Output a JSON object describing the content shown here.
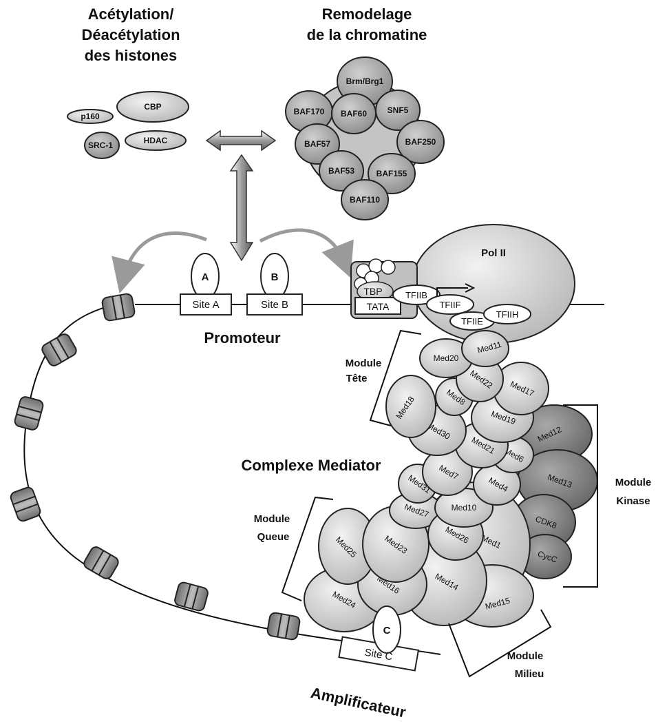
{
  "headings": {
    "acetylation": [
      "Acétylation/",
      "Déacétylation",
      "des histones"
    ],
    "remodelage": [
      "Remodelage",
      "de la chromatine"
    ],
    "promoteur": "Promoteur",
    "complexe": "Complexe Mediator",
    "amplificateur": "Amplificateur"
  },
  "histone_proteins": {
    "p160": "p160",
    "cbp": "CBP",
    "src1": "SRC-1",
    "hdac": "HDAC"
  },
  "remodeling_proteins": {
    "brm": "Brm/Brg1",
    "baf170": "BAF170",
    "baf60": "BAF60",
    "snf5": "SNF5",
    "baf57": "BAF57",
    "baf250": "BAF250",
    "baf53": "BAF53",
    "baf155": "BAF155",
    "baf110": "BAF110"
  },
  "promoter": {
    "factor_a": "A",
    "factor_b": "B",
    "site_a": "Site A",
    "site_b": "Site B",
    "tata": "TATA",
    "tbp": "TBP",
    "tfiib": "TFIIB",
    "tfiif": "TFIIF",
    "tfiie": "TFIIE",
    "tfiih": "TFIIH",
    "pol2": "Pol II"
  },
  "enhancer": {
    "factor_c": "C",
    "site_c": "Site C"
  },
  "modules": {
    "tete": [
      "Module",
      "Tête"
    ],
    "kinase": [
      "Module",
      "Kinase"
    ],
    "queue": [
      "Module",
      "Queue"
    ],
    "milieu": [
      "Module",
      "Milieu"
    ]
  },
  "mediator": {
    "med11": "Med11",
    "med20": "Med20",
    "med22": "Med22",
    "med17": "Med17",
    "med18": "Med18",
    "med8": "Med8",
    "med30": "Med30",
    "med19": "Med19",
    "med12": "Med12",
    "med21": "Med21",
    "med6": "Med6",
    "med13": "Med13",
    "med7": "Med7",
    "med4": "Med4",
    "med31": "Med31",
    "med10": "Med10",
    "cdk8": "CDK8",
    "med27": "Med27",
    "med26": "Med26",
    "med1": "Med1",
    "cycc": "CycC",
    "med25": "Med25",
    "med23": "Med23",
    "med16": "Med16",
    "med14": "Med14",
    "med15": "Med15",
    "med24": "Med24"
  },
  "colors": {
    "light": "#d6d6d6",
    "mid": "#b2b2b2",
    "dark": "#8a8a8a",
    "arrow_gray": "#9a9a9a"
  }
}
